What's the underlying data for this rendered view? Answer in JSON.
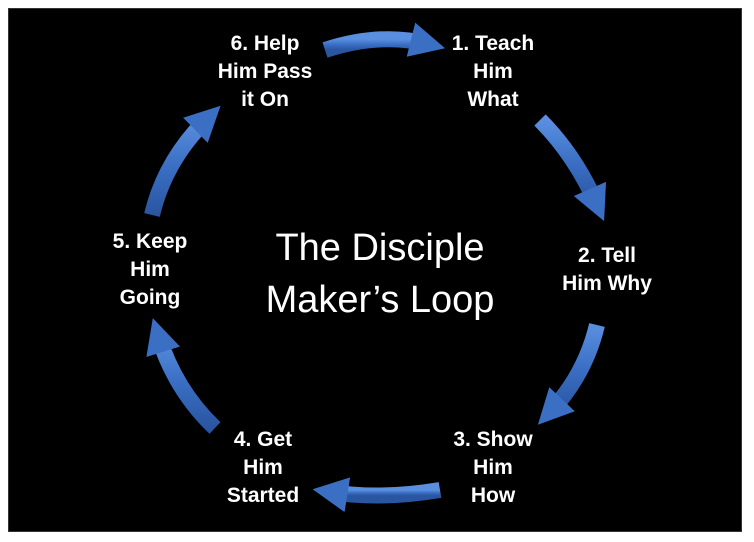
{
  "title": "The Disciple\nMaker’s Loop",
  "steps": [
    "1. Teach\nHim\nWhat",
    "2. Tell\nHim Why",
    "3. Show\nHim\nHow",
    "4. Get\nHim\nStarted",
    "5. Keep\nHim\nGoing",
    "6. Help\nHim Pass\nit On"
  ],
  "colors": {
    "background": "#000000",
    "arrow": "#3a6fc4",
    "text": "#ffffff"
  }
}
